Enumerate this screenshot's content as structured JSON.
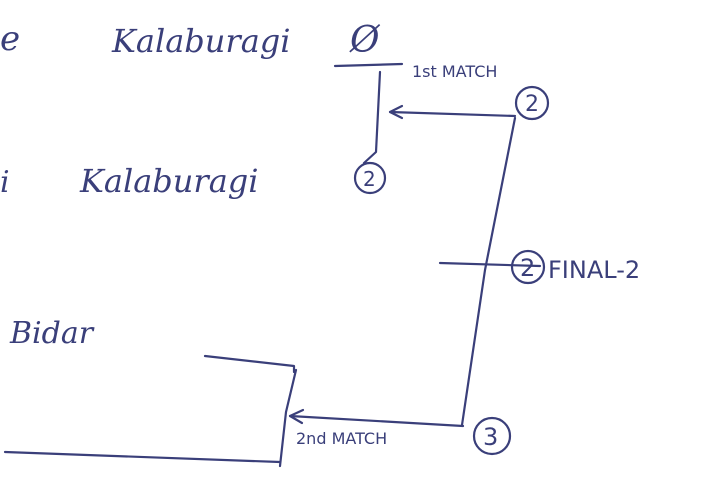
{
  "rows": {
    "row1_prefix": "e",
    "row1_team": "Kalaburagi",
    "row1_mark": "Ø",
    "row2_prefix": "i",
    "row2_team": "Kalaburagi",
    "row2_score": "2",
    "row3_team": "Bidar"
  },
  "matches": {
    "match1_label": "1st MATCH",
    "match1_score": "2",
    "match2_label": "2nd MATCH",
    "match2_score": "3",
    "final_score": "2",
    "final_label": "FINAL-2"
  }
}
